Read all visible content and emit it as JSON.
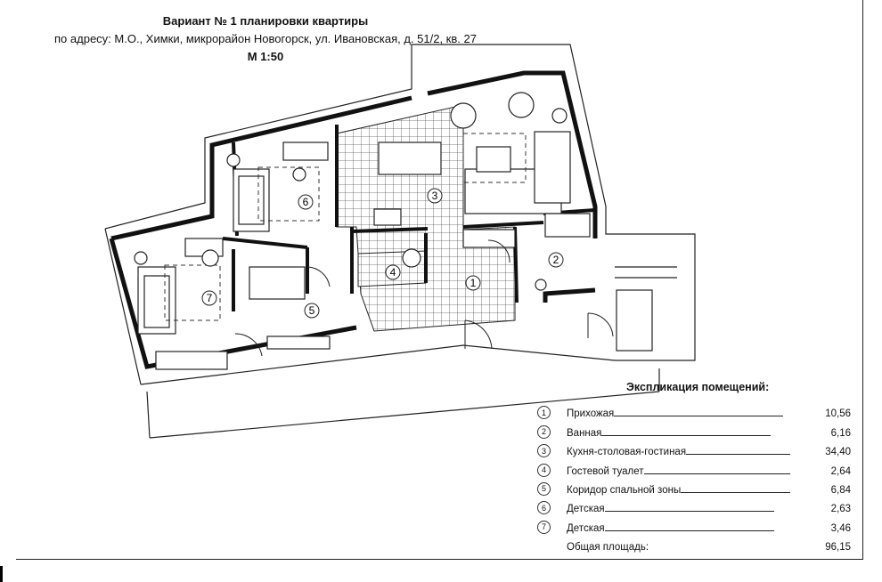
{
  "header": {
    "title": "Вариант № 1 планировки квартиры",
    "address": "по адресу: М.О., Химки, микрорайон Новогорск, ул. Ивановская, д. 51/2, кв. 27",
    "scale": "М 1:50"
  },
  "plan": {
    "room_numbers": [
      "1",
      "2",
      "3",
      "4",
      "5",
      "6",
      "7"
    ]
  },
  "legend": {
    "title": "Экспликация помещений:",
    "rooms": [
      {
        "num": "1",
        "name": "Прихожая",
        "area": "10,56"
      },
      {
        "num": "2",
        "name": "Ванная",
        "area": "6,16"
      },
      {
        "num": "3",
        "name": "Кухня-столовая-гостиная",
        "area": "34,40"
      },
      {
        "num": "4",
        "name": "Гостевой туалет",
        "area": "2,64"
      },
      {
        "num": "5",
        "name": "Коридор спальной зоны",
        "area": "6,84"
      },
      {
        "num": "6",
        "name": "Детская",
        "area": "2,63"
      },
      {
        "num": "7",
        "name": "Детская",
        "area": "3,46"
      }
    ],
    "total_label": "Общая площадь:",
    "total_area": "96,15"
  }
}
